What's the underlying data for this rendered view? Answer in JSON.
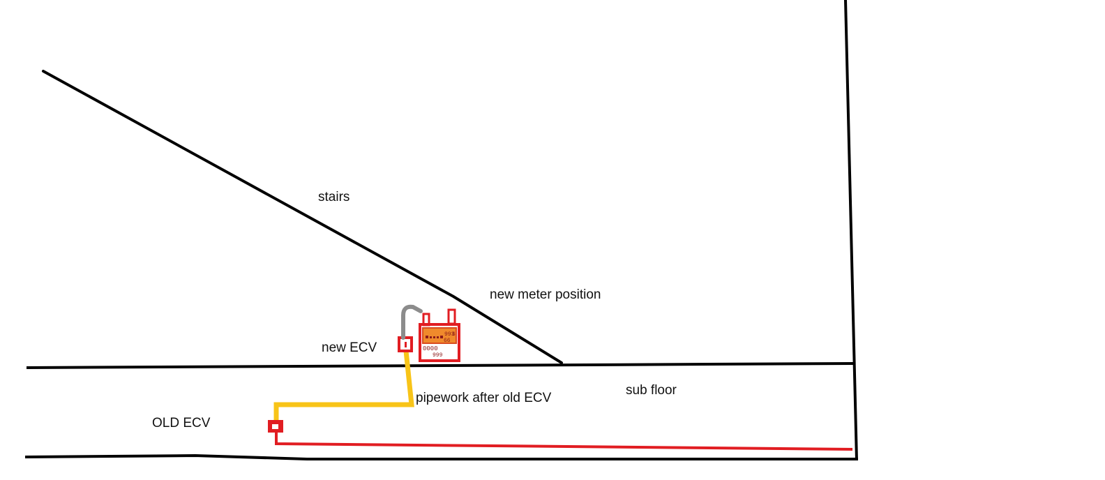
{
  "labels": {
    "stairs": "stairs",
    "new_meter_position": "new meter position",
    "new_ecv": "new ECV",
    "pipework_after_old_ecv": "pipework after old ECV",
    "sub_floor": "sub floor",
    "old_ecv": "OLD ECV"
  },
  "meter": {
    "display_top": "993",
    "display_right": "6",
    "display_mid": "66",
    "reading_left": "0000",
    "reading_bottom": "999"
  },
  "colors": {
    "wall_line": "#000000",
    "gas_pipe": "#e11d22",
    "yellow_pipe": "#f8c418",
    "grey_pipe": "#8c8c8c",
    "meter_body": "#e11d22",
    "meter_display": "#f08a2c"
  }
}
